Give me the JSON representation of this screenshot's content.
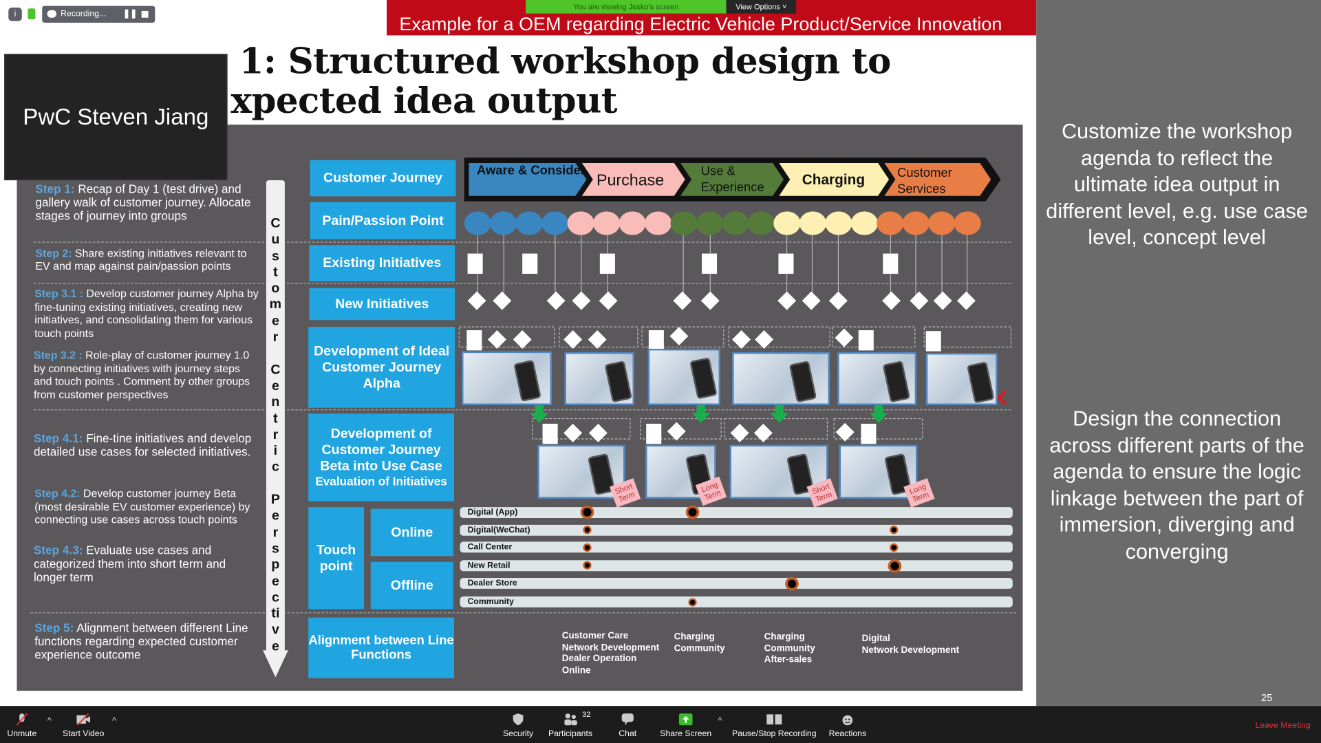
{
  "meeting": {
    "recording_label": "Recording...",
    "viewing_banner": "You are viewing Jesko's screen",
    "view_options": "View Options",
    "participant_name": "PwC Steven Jiang",
    "participant_count": "32"
  },
  "slide": {
    "banner": "Example for a OEM regarding Electric Vehicle Product/Service Innovation",
    "title_line1": "1: Structured workshop design to",
    "title_line2": "xpected idea output",
    "page_number": "25",
    "steps": [
      {
        "label": "Step 1:",
        "text": " Recap of Day 1 (test drive) and gallery walk of customer journey. Allocate stages of journey into groups"
      },
      {
        "label": "Step 2:",
        "text": " Share existing initiatives relevant to EV and map against pain/passion points"
      },
      {
        "label": "Step 3.1 :",
        "text": " Develop customer journey Alpha by fine-tuning existing initiatives, creating new initiatives, and consolidating them for various touch points"
      },
      {
        "label": "Step 3.2 :",
        "text": " Role-play of customer journey 1.0 by connecting initiatives with journey steps and touch points . Comment by other groups from customer perspectives"
      },
      {
        "label": "Step 4.1:",
        "text": " Fine-tine initiatives and develop detailed use cases for selected initiatives."
      },
      {
        "label": "Step 4.2:",
        "text": " Develop customer journey Beta (most desirable EV customer experience) by connecting use cases across touch points"
      },
      {
        "label": "Step 4.3:",
        "text": "  Evaluate use cases and categorized them into short term and longer term"
      },
      {
        "label": "Step 5:",
        "text": " Alignment between different Line functions regarding expected customer experience outcome"
      }
    ],
    "vertical_arrow_text": "Customer Centric Perspective",
    "row_labels": {
      "customer_journey": "Customer Journey",
      "pain_passion": "Pain/Passion Point",
      "existing": "Existing Initiatives",
      "new": "New Initiatives",
      "alpha": "Development of Ideal Customer Journey Alpha",
      "beta": "Development of Customer Journey Beta into Use Case",
      "beta_sub": "Evaluation of Initiatives",
      "touch_point": "Touch point",
      "online": "Online",
      "offline": "Offline",
      "alignment": "Alignment between Line Functions"
    },
    "journey_stages": [
      {
        "label": "Aware & Consider",
        "color": "#3a86c1"
      },
      {
        "label": "Purchase",
        "color": "#f9bcb9"
      },
      {
        "label": "Use & Experience",
        "color": "#557b3a"
      },
      {
        "label": "Charging",
        "color": "#fdf0b2"
      },
      {
        "label": "Customer Services",
        "color": "#e97d46"
      }
    ],
    "notes": [
      "Short Term",
      "Long Term",
      "Short Term",
      "Long Term"
    ],
    "touchpoints": [
      "Digital (App)",
      "Digital(WeChat)",
      "Call Center",
      "New Retail",
      "Dealer Store",
      "Community"
    ],
    "alignment_columns": [
      "Customer Care\nNetwork Development\nDealer Operation\nOnline",
      "Charging\nCommunity",
      "Charging\nCommunity\nAfter-sales",
      "Digital\nNetwork Development"
    ],
    "side_text_1": "Customize the workshop agenda to reflect the ultimate idea output in different level, e.g. use case level, concept level",
    "side_text_2": "Design the connection across different parts of the agenda to ensure the logic linkage between the part of immersion, diverging and converging"
  },
  "toolbar": {
    "unmute": "Unmute",
    "start_video": "Start Video",
    "security": "Security",
    "participants": "Participants",
    "chat": "Chat",
    "share_screen": "Share Screen",
    "pause_stop": "Pause/Stop Recording",
    "reactions": "Reactions",
    "leave": "Leave Meeting"
  }
}
